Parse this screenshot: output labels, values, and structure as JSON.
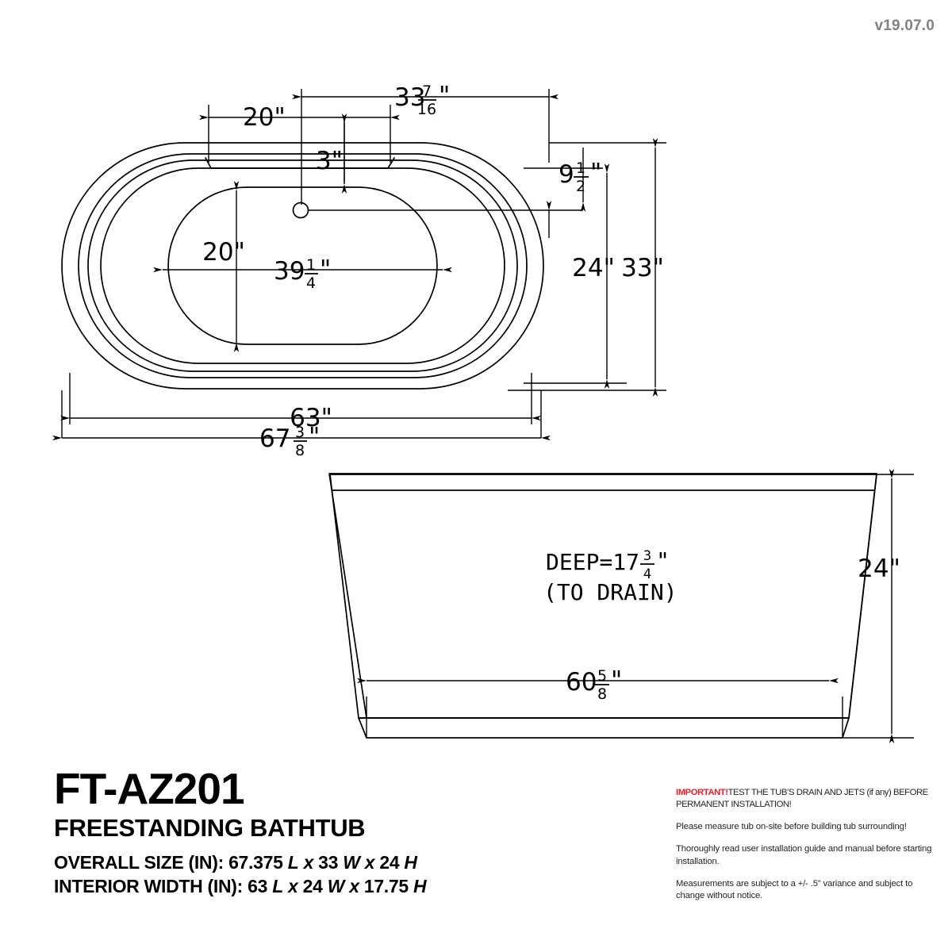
{
  "version": "v19.07.0",
  "top_view": {
    "dimensions": {
      "rim_to_slot_left": "20\"",
      "slot_to_end": "33",
      "slot_to_end_frac_num": "7",
      "slot_to_end_frac_den": "16",
      "slot_to_end_unit": "\"",
      "slot_width": "3\"",
      "rim_offset": "9",
      "rim_offset_frac_num": "1",
      "rim_offset_frac_den": "2",
      "rim_offset_unit": "\"",
      "interior_width": "20\"",
      "interior_length": "39",
      "interior_length_frac_num": "1",
      "interior_length_frac_den": "4",
      "interior_length_unit": "\"",
      "inner_depth_width": "24\"",
      "overall_width": "33\"",
      "interior_length_overall": "63\"",
      "overall_length": "67",
      "overall_length_frac_num": "3",
      "overall_length_frac_den": "8",
      "overall_length_unit": "\""
    }
  },
  "side_view": {
    "depth_label_prefix": "DEEP=17",
    "depth_frac_num": "3",
    "depth_frac_den": "4",
    "depth_unit": "\"",
    "depth_sub_label": "(TO DRAIN)",
    "height": "24\"",
    "base_width": "60",
    "base_width_frac_num": "5",
    "base_width_frac_den": "8",
    "base_width_unit": "\""
  },
  "title_block": {
    "model": "FT-AZ201",
    "product_type": "FREESTANDING BATHTUB",
    "overall_size_label": "OVERALL SIZE (IN):",
    "overall_size_value_1": "67.375",
    "overall_size_unit_1": "L",
    "overall_size_x_1": "x",
    "overall_size_value_2": "33",
    "overall_size_unit_2": "W",
    "overall_size_x_2": "x",
    "overall_size_value_3": "24",
    "overall_size_unit_3": "H",
    "interior_width_label": "INTERIOR WIDTH (IN):",
    "interior_value_1": "63",
    "interior_unit_1": "L",
    "interior_x_1": "x",
    "interior_value_2": "24",
    "interior_unit_2": "W",
    "interior_x_2": "x",
    "interior_value_3": "17.75",
    "interior_unit_3": "H"
  },
  "notes": {
    "important_flag": "IMPORTANT!",
    "important_rest": "TEST THE TUB’S DRAIN AND JETS (if any) BEFORE PERMANENT INSTALLATION!",
    "note_2": "Please measure tub on-site before building tub surrounding!",
    "note_3": "Thoroughly read user installation guide and manual before starting installation.",
    "note_4": "Measurements are subject to a +/- .5” variance and subject to change without notice."
  },
  "colors": {
    "line": "#000000",
    "important_red": "#e8212e",
    "version_gray": "#808285"
  }
}
